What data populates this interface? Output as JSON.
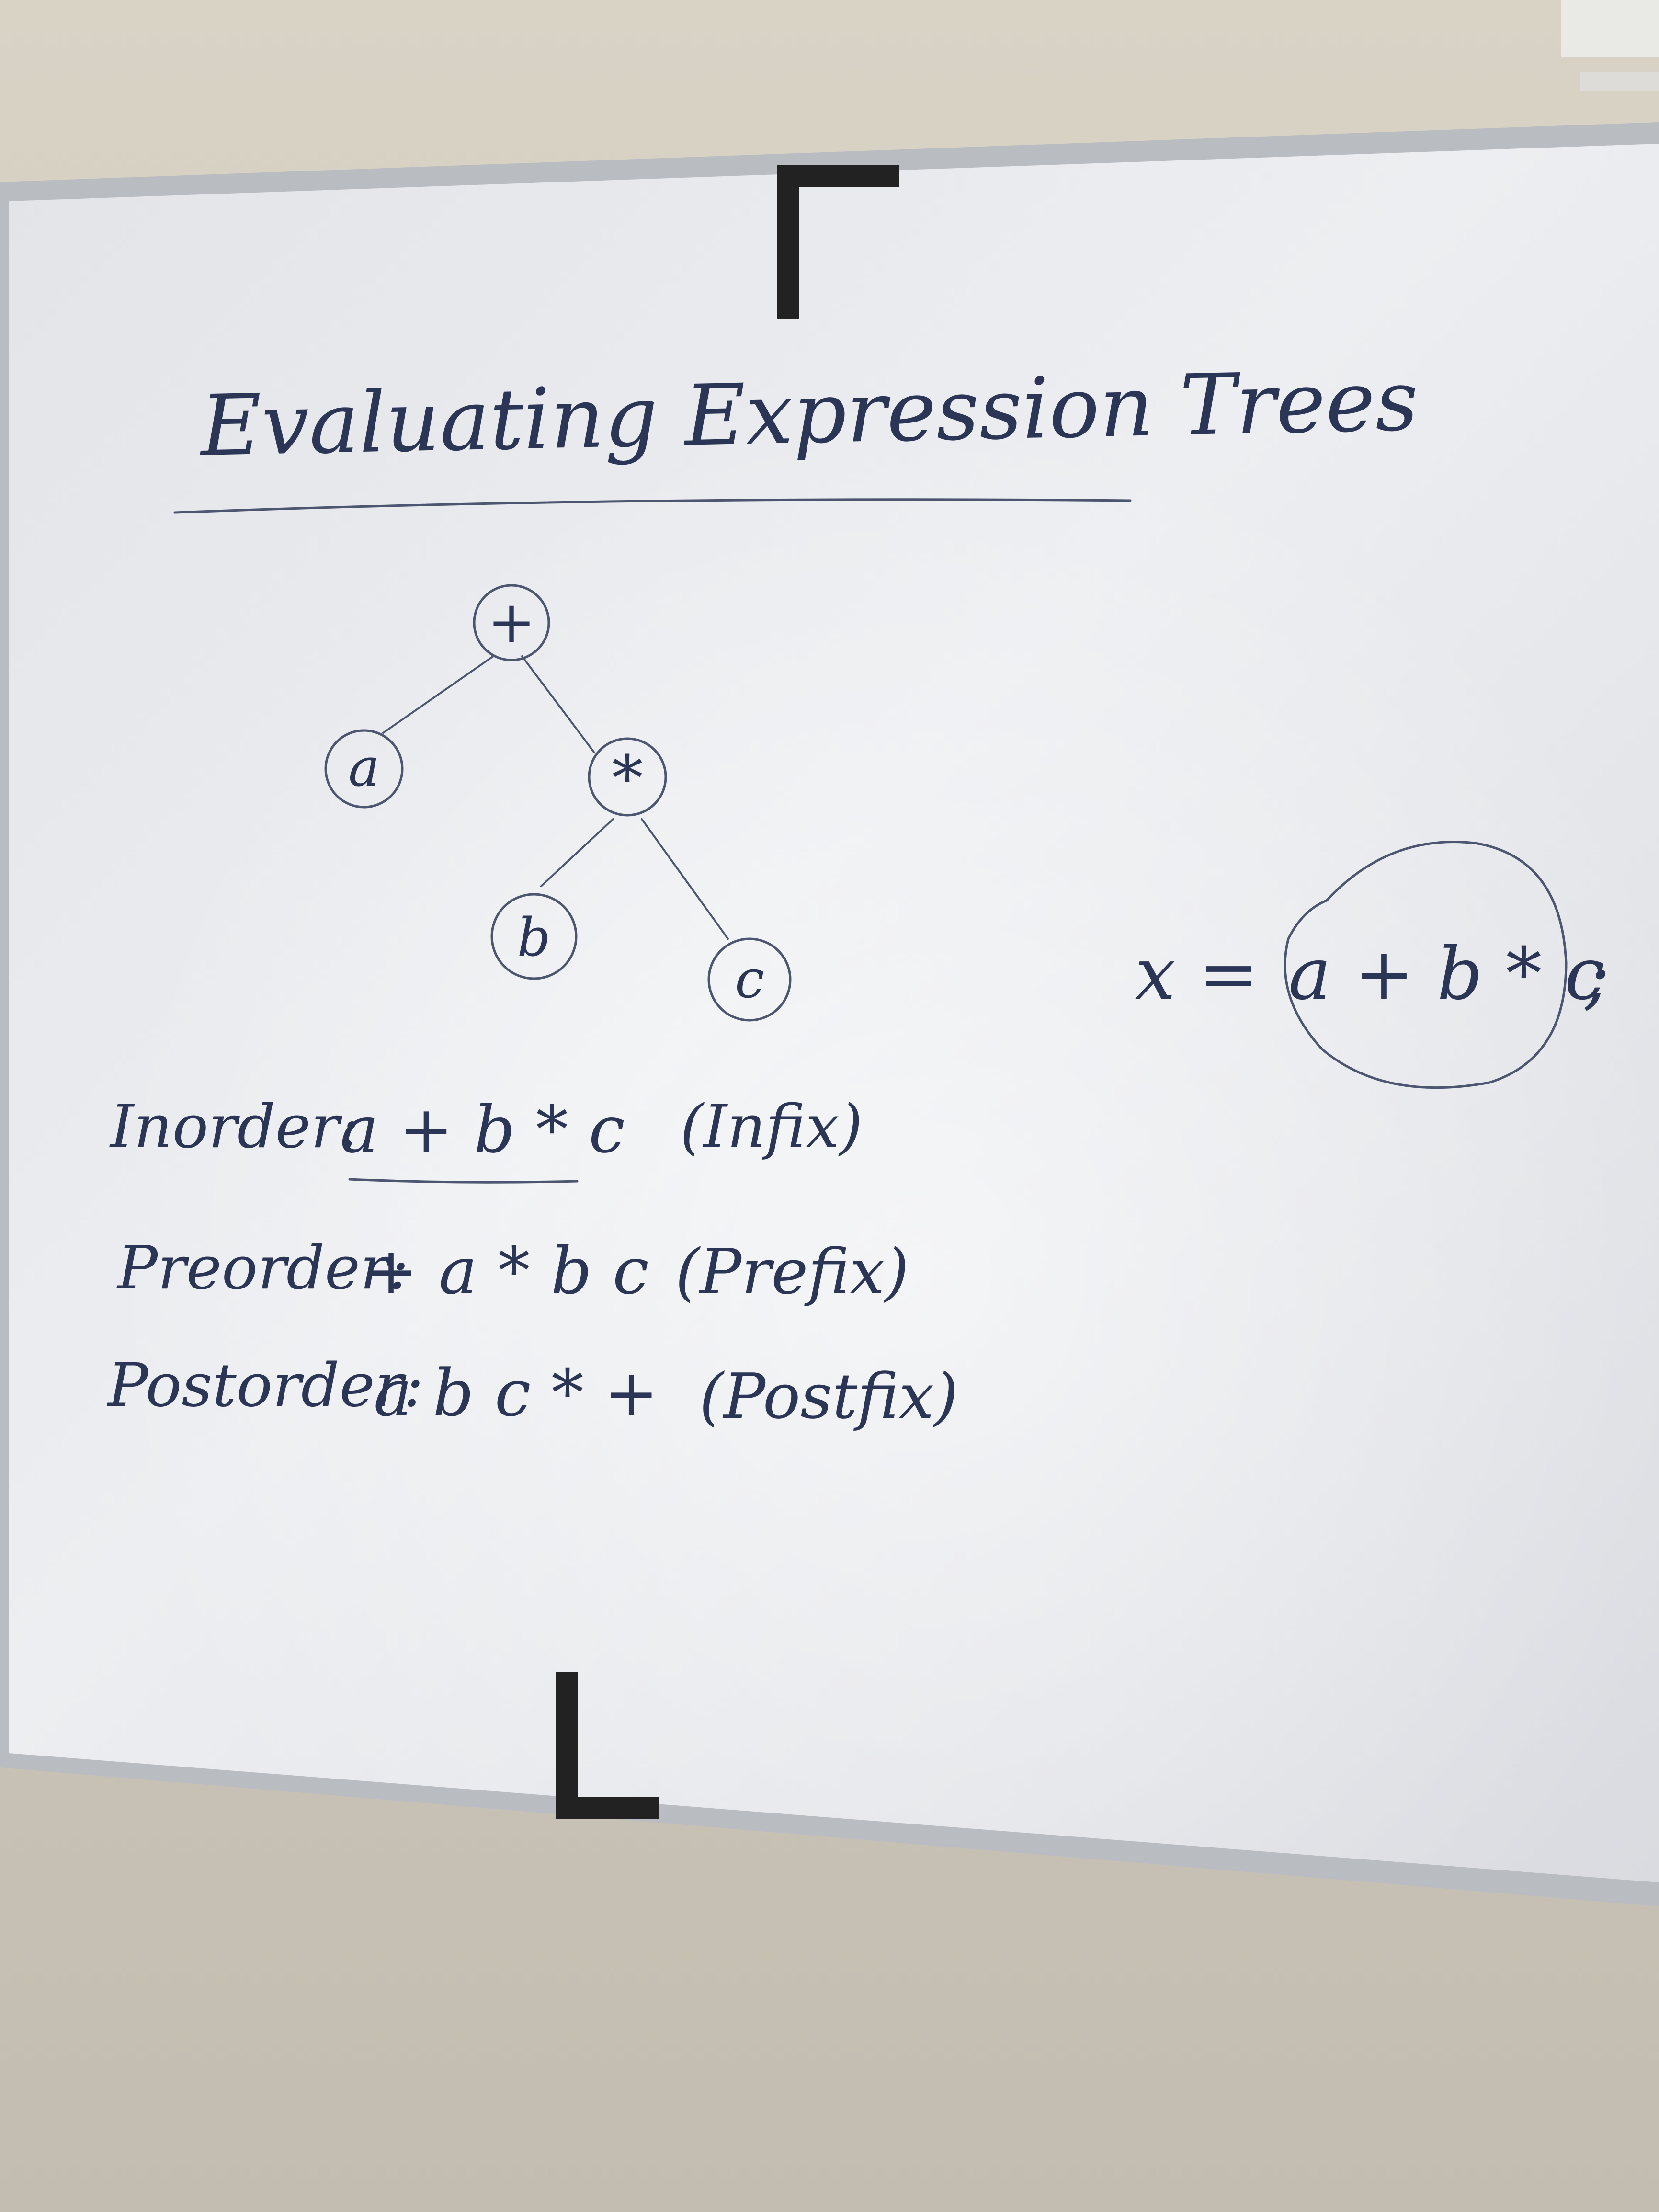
{
  "board": {
    "title": "Evaluating Expression Trees",
    "tree": {
      "root": "+",
      "left_leaf": "a",
      "operator": "*",
      "operator_left": "b",
      "operator_right": "c"
    },
    "traversals": [
      {
        "label": "Inorder:",
        "expression": "a + b * c",
        "notation": "(Infix)"
      },
      {
        "label": "Preorder:",
        "expression": "+ a * b c",
        "notation": "(Prefix)"
      },
      {
        "label": "Postorder:",
        "expression": "a b c * +",
        "notation": "(Postfix)"
      }
    ],
    "statement": {
      "lhs": "x =",
      "rhs": "a + b * c",
      "terminator": ";"
    }
  },
  "colors": {
    "wall": "#c9c3b6",
    "board_surface": "#e6e8ec",
    "frame": "#b9bcc1",
    "ink": "#2b3556",
    "tape": "#222222"
  }
}
